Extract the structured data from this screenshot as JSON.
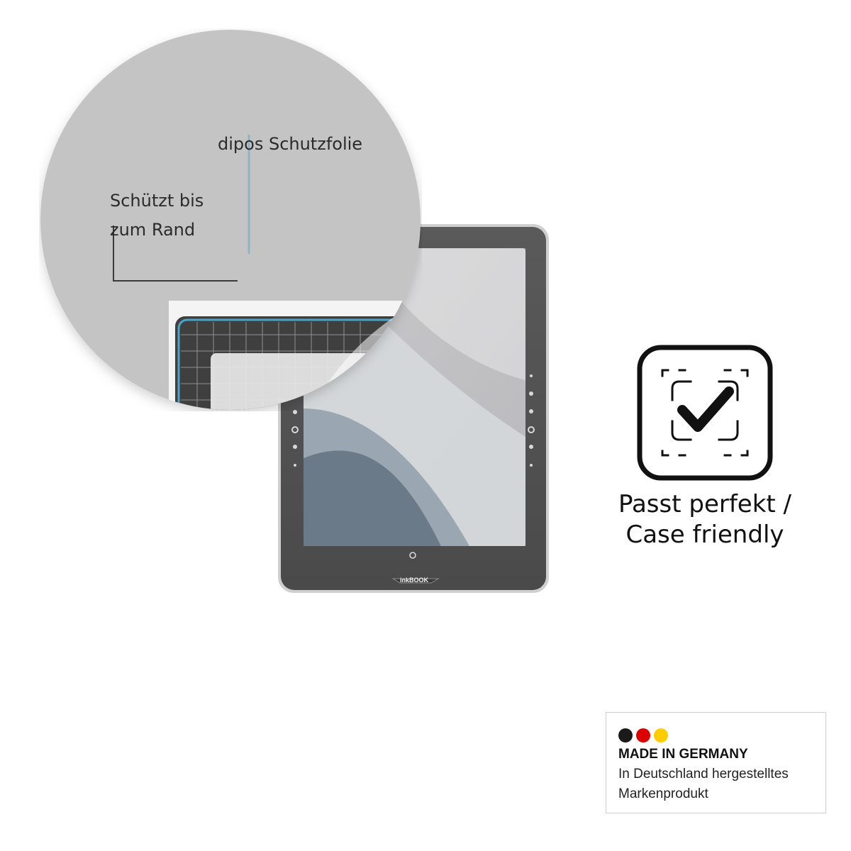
{
  "device": {
    "brand": "inkBOOK"
  },
  "callout": {
    "film_label": "dipos Schutzfolie",
    "edge_label_line1": "Schützt bis",
    "edge_label_line2": "zum Rand",
    "film_line_color": "#8fb2c4",
    "film_edge_color": "#4ea3c8"
  },
  "feature": {
    "icon": "corner-check-icon",
    "caption_line1": "Passt perfekt /",
    "caption_line2": "Case friendly"
  },
  "badge": {
    "dots": [
      "#1a1a1a",
      "#dd0000",
      "#ffcc00"
    ],
    "title": "MADE IN GERMANY",
    "line1": "In Deutschland hergestelltes",
    "line2": "Markenprodukt"
  }
}
